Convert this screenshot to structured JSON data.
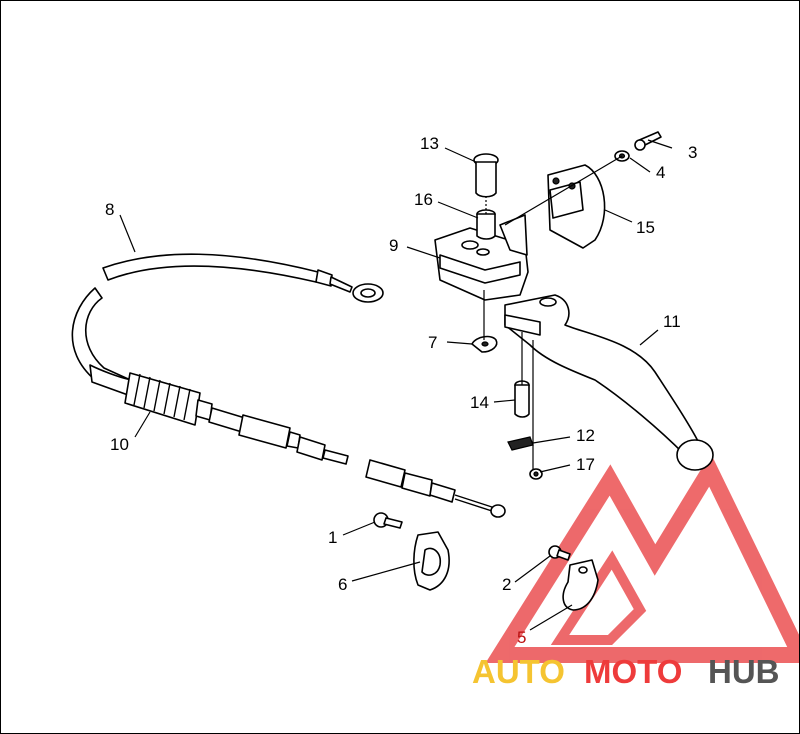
{
  "labels": {
    "p1": "1",
    "p2": "2",
    "p3": "3",
    "p4": "4",
    "p5": "5",
    "p6": "6",
    "p7": "7",
    "p8": "8",
    "p9": "9",
    "p10": "10",
    "p11": "11",
    "p12": "12",
    "p13": "13",
    "p14": "14",
    "p15": "15",
    "p16": "16",
    "p17": "17"
  },
  "watermark": {
    "auto": "AUTO",
    "moto": "MOTO",
    "hub": "HUB"
  },
  "colors": {
    "auto": "#f5c431",
    "moto": "#ee3b3b",
    "hub": "#555555",
    "logo_red": "#e8383a"
  },
  "icons": {
    "logo": "triangle-m-logo-icon"
  }
}
